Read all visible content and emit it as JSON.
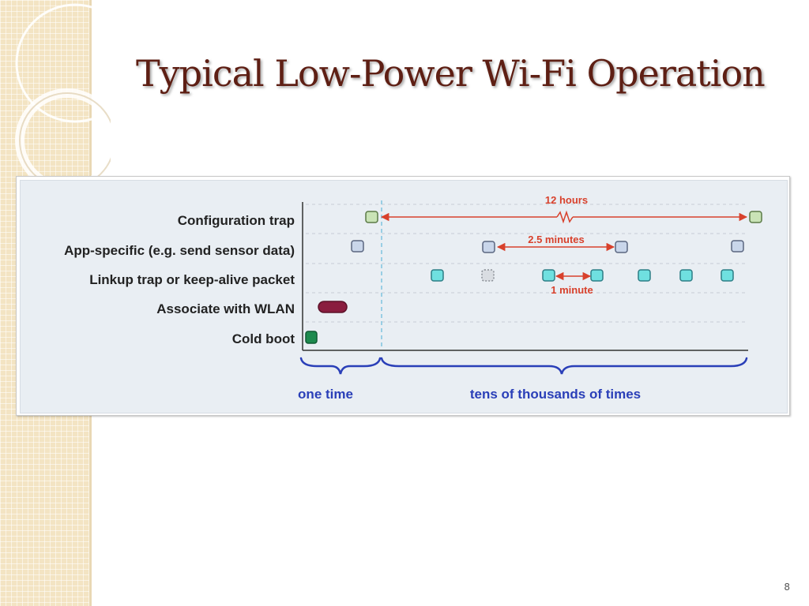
{
  "slide": {
    "title": "Typical Low-Power Wi-Fi Operation",
    "page_number": "8"
  },
  "diagram": {
    "rows": [
      {
        "label": "Configuration trap",
        "color": "#c9e3b6",
        "stroke": "#5a7a46"
      },
      {
        "label": "App-specific (e.g. send sensor data)",
        "color": "#c9d6ea",
        "stroke": "#5a6680"
      },
      {
        "label": "Linkup trap or keep-alive packet",
        "color": "#6fe0e0",
        "stroke": "#2d7e86"
      },
      {
        "label": "Associate with WLAN",
        "color": "#8a1d3f",
        "stroke": "#5c1229"
      },
      {
        "label": "Cold boot",
        "color": "#1d8a4e",
        "stroke": "#0f5a32"
      }
    ],
    "annotations": {
      "config_interval": "12 hours",
      "app_interval": "2.5 minutes",
      "linkup_interval": "1 minute"
    },
    "phases": {
      "one_time": "one time",
      "repeated": "tens of thousands of times"
    },
    "colors": {
      "annotation": "#d8412c",
      "brace": "#2a3fb8",
      "phase_label": "#2a3fb8",
      "divider": "#7fc4e0",
      "dashed_grid": "#c6ccd4",
      "axis": "#333333"
    }
  }
}
